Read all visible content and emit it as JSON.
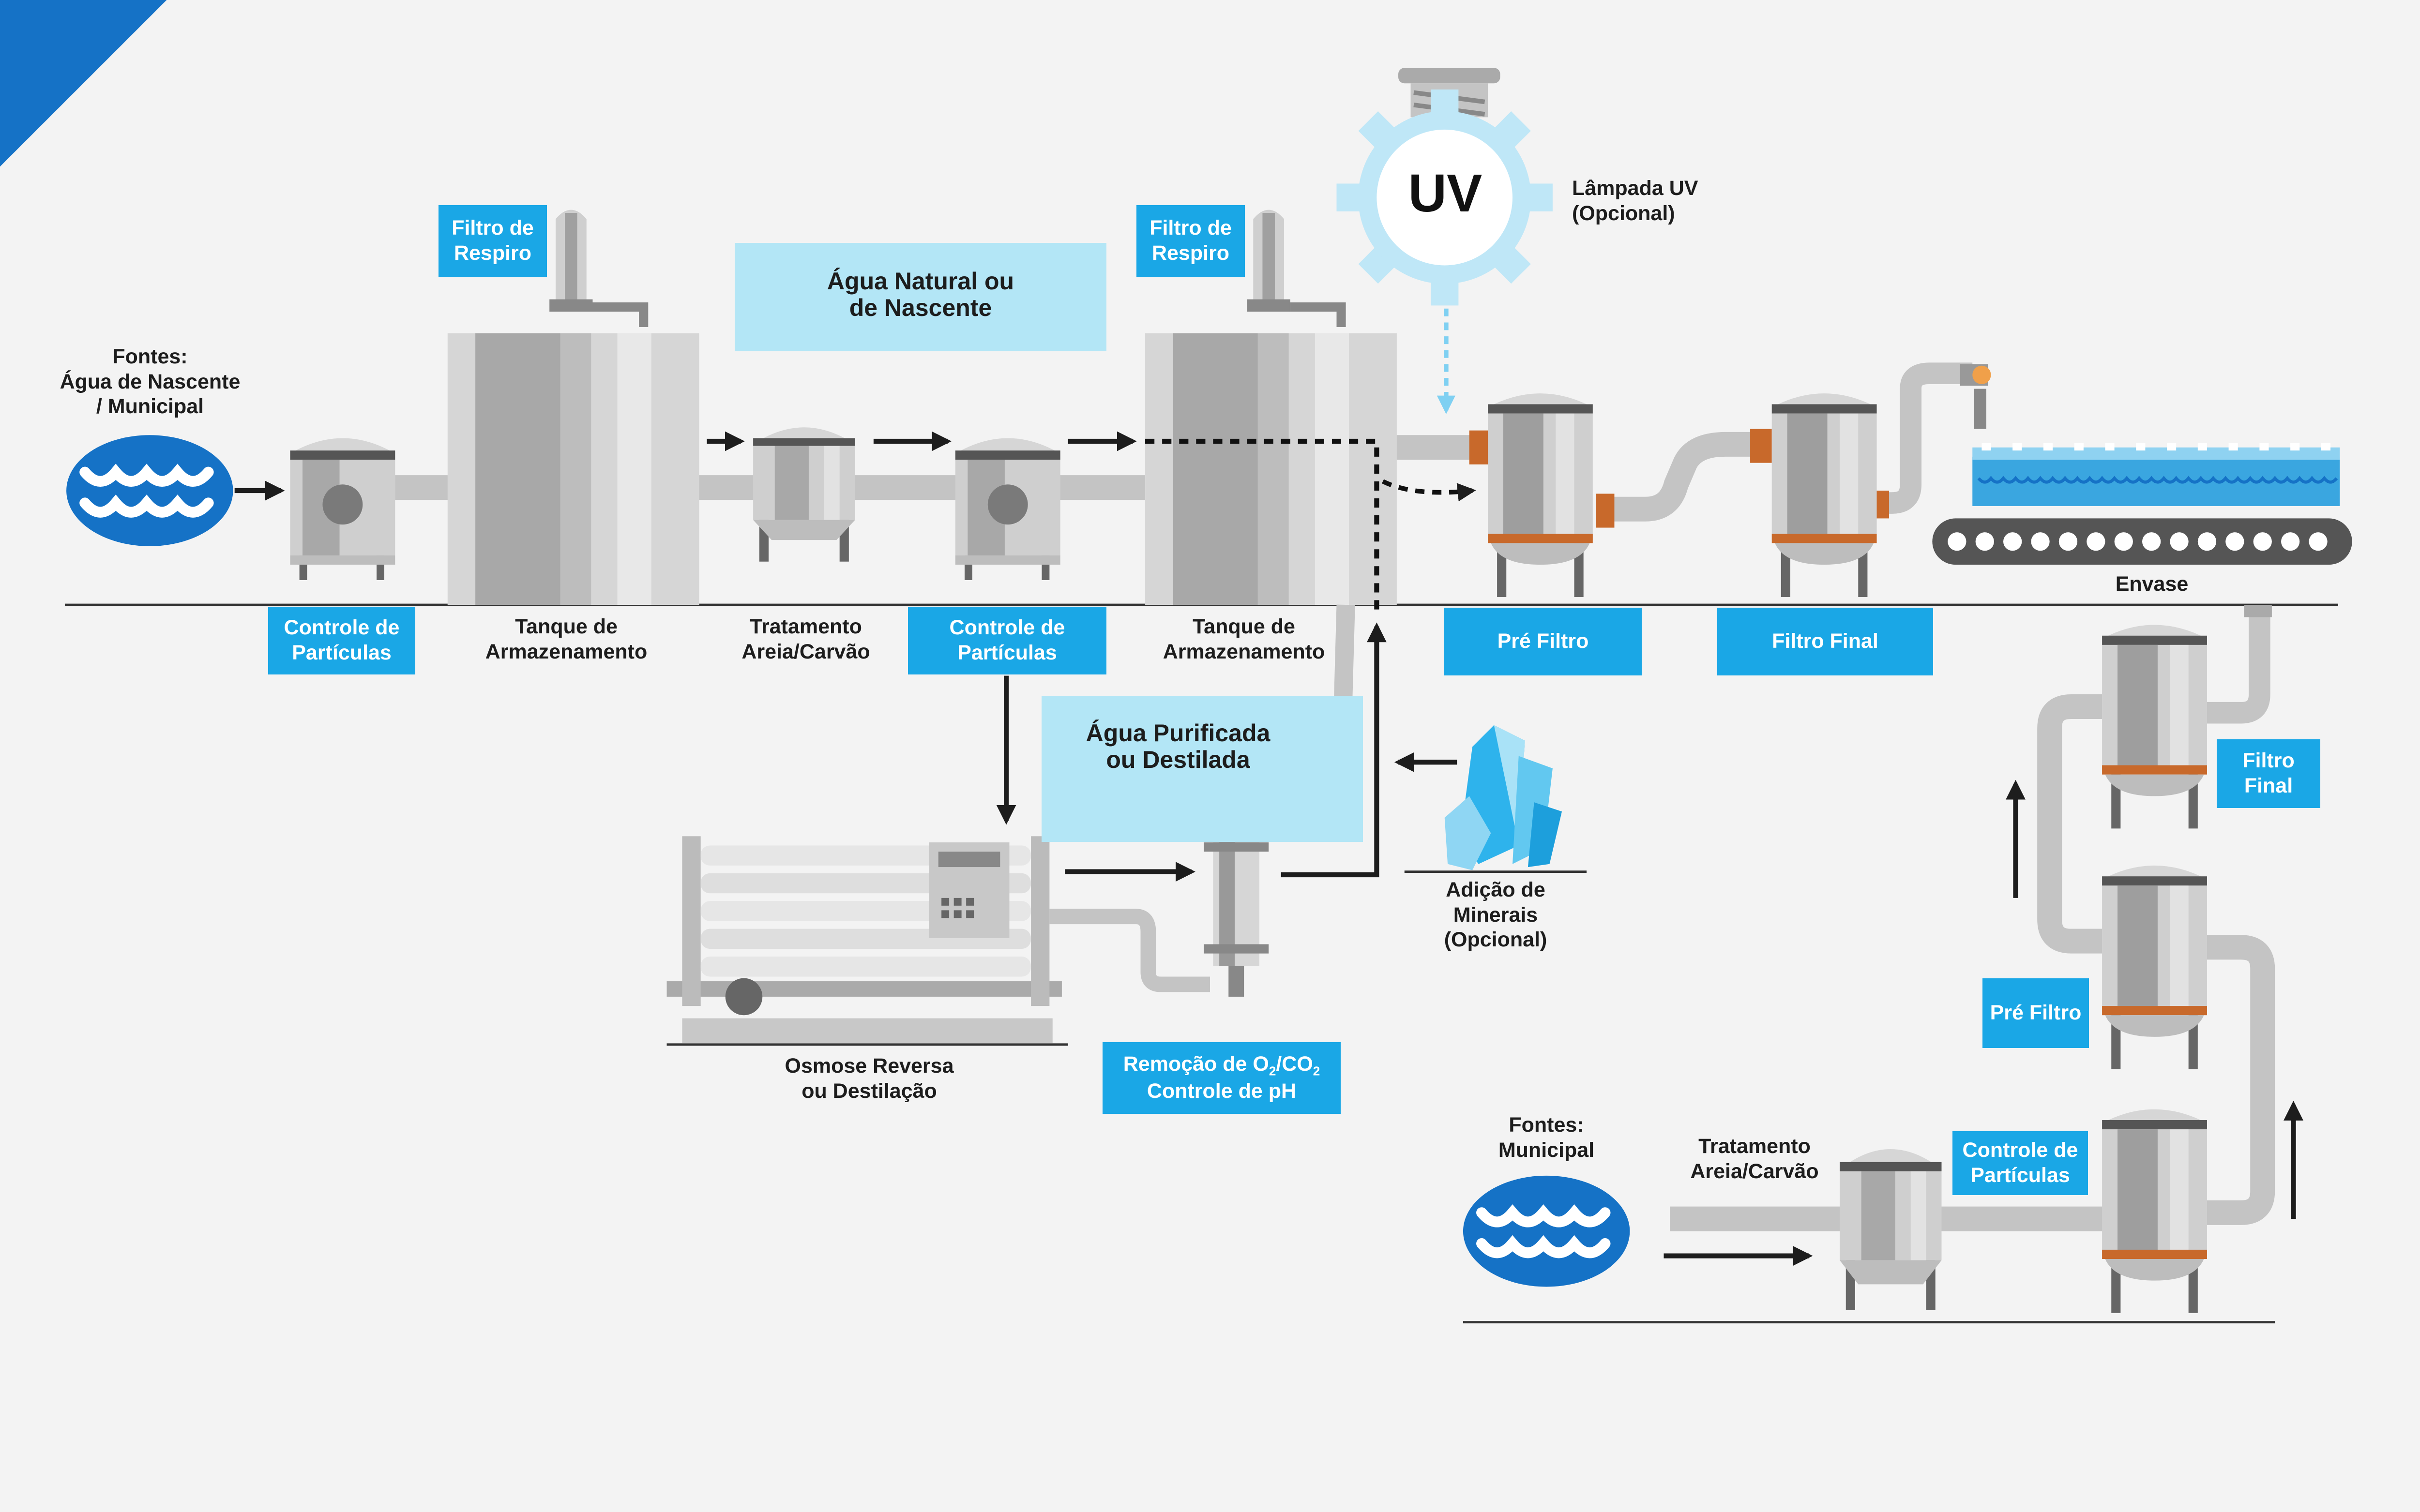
{
  "colors": {
    "accent_blue": "#1aa7e6",
    "pale_blue": "#b3e6f6",
    "water_blue": "#1572c6",
    "equipment_gray": "#c4c4c4",
    "copper": "#c8692b",
    "arrow": "#1d1d1d"
  },
  "top_line": {
    "source": "Fontes:\nÁgua de Nascente\n/ Municipal",
    "particle_control_1": "Controle de\nPartículas",
    "storage_tank_1": "Tanque de\nArmazenamento",
    "sand_carbon": "Tratamento\nAreia/Carvão",
    "particle_control_2": "Controle de\nPartículas",
    "storage_tank_2": "Tanque de\nArmazenamento",
    "breather_filter_1": "Filtro de\nRespiro",
    "breather_filter_2": "Filtro de\nRespiro",
    "natural_water": "Água Natural ou\nde Nascente",
    "uv_symbol": "UV",
    "uv_lamp": "Lâmpada UV\n(Opcional)",
    "pre_filter": "Pré Filtro",
    "final_filter": "Filtro Final",
    "bottling": "Envase"
  },
  "purified_line": {
    "purified_water": "Água Purificada\nou Destilada",
    "reverse_osmosis": "Osmose Reversa\nou Destilação",
    "gas_removal_prefix": "Remoção de O",
    "gas_removal_sub1": "2",
    "gas_removal_mid": "/CO",
    "gas_removal_sub2": "2",
    "ph_control": "Controle de pH",
    "minerals": "Adição de\nMinerais\n(Opcional)"
  },
  "municipal_line": {
    "source": "Fontes:\nMunicipal",
    "sand_carbon": "Tratamento\nAreia/Carvão",
    "particle_control": "Controle de\nPartículas",
    "pre_filter": "Pré Filtro",
    "final_filter": "Filtro Final"
  }
}
